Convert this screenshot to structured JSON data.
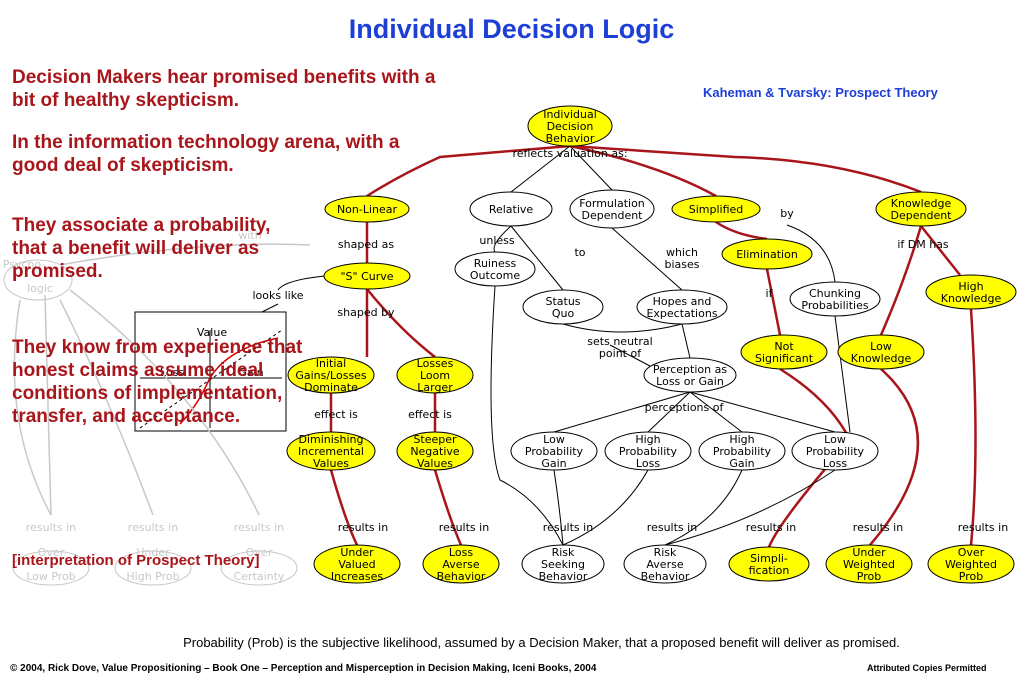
{
  "title": "Individual Decision Logic",
  "subtitle": "Kaheman & Tvarsky: Prospect Theory",
  "paragraphs": [
    "Decision Makers hear promised benefits with a bit of healthy skepticism.",
    "In the information technology arena, with a good deal of skepticism.",
    "They associate a probability, that a benefit will deliver as promised.",
    "They know from experience that honest claims assume ideal conditions of implementation, transfer, and acceptance.",
    "[interpretation of Prospect Theory]"
  ],
  "footer": {
    "note": "Probability (Prob) is the subjective likelihood, assumed by a Decision Maker, that a proposed benefit will deliver as promised.",
    "copyright": "© 2004, Rick Dove, Value Propositioning – Book One – Perception and Misperception in Decision Making, Iceni Books, 2004",
    "attribution": "Attributed Copies Permitted"
  },
  "colors": {
    "title": "#1d3fd6",
    "highlight_node": "#ffff00",
    "red_path": "#a8151a",
    "ghost": "#c8c8c8"
  },
  "value_graph": {
    "label_value": "Value",
    "label_loss": "Loss",
    "label_gain": "Gain"
  },
  "nodes": [
    {
      "id": "root",
      "lines": [
        "Individual",
        "Decision",
        "Behavior"
      ],
      "hl": true
    },
    {
      "id": "nonlinear",
      "lines": [
        "Non-Linear"
      ],
      "hl": true
    },
    {
      "id": "relative",
      "lines": [
        "Relative"
      ],
      "hl": false
    },
    {
      "id": "formulation",
      "lines": [
        "Formulation",
        "Dependent"
      ],
      "hl": false
    },
    {
      "id": "simplified",
      "lines": [
        "Simplified"
      ],
      "hl": true
    },
    {
      "id": "knowledge",
      "lines": [
        "Knowledge",
        "Dependent"
      ],
      "hl": true
    },
    {
      "id": "scurve",
      "lines": [
        "\"S\" Curve"
      ],
      "hl": true
    },
    {
      "id": "ruiness",
      "lines": [
        "Ruiness",
        "Outcome"
      ],
      "hl": false
    },
    {
      "id": "elimination",
      "lines": [
        "Elimination"
      ],
      "hl": true
    },
    {
      "id": "highknow",
      "lines": [
        "High",
        "Knowledge"
      ],
      "hl": true
    },
    {
      "id": "status",
      "lines": [
        "Status",
        "Quo"
      ],
      "hl": false
    },
    {
      "id": "hopes",
      "lines": [
        "Hopes and",
        "Expectations"
      ],
      "hl": false
    },
    {
      "id": "chunking",
      "lines": [
        "Chunking",
        "Probabilities"
      ],
      "hl": false
    },
    {
      "id": "notsig",
      "lines": [
        "Not",
        "Significant"
      ],
      "hl": true
    },
    {
      "id": "lowknow",
      "lines": [
        "Low",
        "Knowledge"
      ],
      "hl": true
    },
    {
      "id": "initial",
      "lines": [
        "Initial",
        "Gains/Losses",
        "Dominate"
      ],
      "hl": true
    },
    {
      "id": "losses",
      "lines": [
        "Losses",
        "Loom",
        "Larger"
      ],
      "hl": true
    },
    {
      "id": "perception",
      "lines": [
        "Perception as",
        "Loss or Gain"
      ],
      "hl": false
    },
    {
      "id": "diminishing",
      "lines": [
        "Diminishing",
        "Incremental",
        "Values"
      ],
      "hl": true
    },
    {
      "id": "steeper",
      "lines": [
        "Steeper",
        "Negative",
        "Values"
      ],
      "hl": true
    },
    {
      "id": "lpg",
      "lines": [
        "Low",
        "Probability",
        "Gain"
      ],
      "hl": false
    },
    {
      "id": "hpl",
      "lines": [
        "High",
        "Probability",
        "Loss"
      ],
      "hl": false
    },
    {
      "id": "hpg",
      "lines": [
        "High",
        "Probability",
        "Gain"
      ],
      "hl": false
    },
    {
      "id": "lpl",
      "lines": [
        "Low",
        "Probability",
        "Loss"
      ],
      "hl": false
    },
    {
      "id": "undervalued",
      "lines": [
        "Under",
        "Valued",
        "Increases"
      ],
      "hl": true
    },
    {
      "id": "lossaverse",
      "lines": [
        "Loss",
        "Averse",
        "Behavior"
      ],
      "hl": true
    },
    {
      "id": "riskseek",
      "lines": [
        "Risk",
        "Seeking",
        "Behavior"
      ],
      "hl": false
    },
    {
      "id": "riskaverse",
      "lines": [
        "Risk",
        "Averse",
        "Behavior"
      ],
      "hl": false
    },
    {
      "id": "simpli",
      "lines": [
        "Simpli-",
        "fication"
      ],
      "hl": true
    },
    {
      "id": "underweighted",
      "lines": [
        "Under",
        "Weighted",
        "Prob"
      ],
      "hl": true
    },
    {
      "id": "overweighted",
      "lines": [
        "Over",
        "Weighted",
        "Prob"
      ],
      "hl": true
    }
  ],
  "link_labels": [
    {
      "id": "reflects",
      "text": "reflects valuation as:"
    },
    {
      "id": "by",
      "text": "by"
    },
    {
      "id": "shapedas",
      "text": "shaped as"
    },
    {
      "id": "unless",
      "text": "unless"
    },
    {
      "id": "to",
      "text": "to"
    },
    {
      "id": "which",
      "text": "which"
    },
    {
      "id": "biases",
      "text": "biases"
    },
    {
      "id": "ifdmhas",
      "text": "if DM has"
    },
    {
      "id": "lookslike",
      "text": "looks like"
    },
    {
      "id": "if",
      "text": "if"
    },
    {
      "id": "shapedby",
      "text": "shaped by"
    },
    {
      "id": "setsneutral",
      "text": "sets neutral"
    },
    {
      "id": "pointof",
      "text": "point of"
    },
    {
      "id": "effectis1",
      "text": "effect is"
    },
    {
      "id": "effectis2",
      "text": "effect is"
    },
    {
      "id": "perceptionsof",
      "text": "perceptions of"
    },
    {
      "id": "ri1",
      "text": "results in"
    },
    {
      "id": "ri2",
      "text": "results in"
    },
    {
      "id": "ri3",
      "text": "results in"
    },
    {
      "id": "ri4",
      "text": "results in"
    },
    {
      "id": "ri5",
      "text": "results in"
    },
    {
      "id": "ri6",
      "text": "results in"
    },
    {
      "id": "ri7",
      "text": "results in"
    }
  ],
  "ghost_labels": [
    {
      "id": "g_with",
      "text": "with"
    },
    {
      "id": "g_psycho",
      "text": "Psycho-"
    },
    {
      "id": "g_logic",
      "text": "logic"
    },
    {
      "id": "g_ri1",
      "text": "results in"
    },
    {
      "id": "g_ri2",
      "text": "results in"
    },
    {
      "id": "g_ri3",
      "text": "results in"
    },
    {
      "id": "g_over",
      "text": "Over"
    },
    {
      "id": "g_lowprob",
      "text": "Low Prob"
    },
    {
      "id": "g_under",
      "text": "Under"
    },
    {
      "id": "g_highprob",
      "text": "High Prob"
    },
    {
      "id": "g_over2",
      "text": "Over"
    },
    {
      "id": "g_certainty",
      "text": "Certainty"
    }
  ]
}
